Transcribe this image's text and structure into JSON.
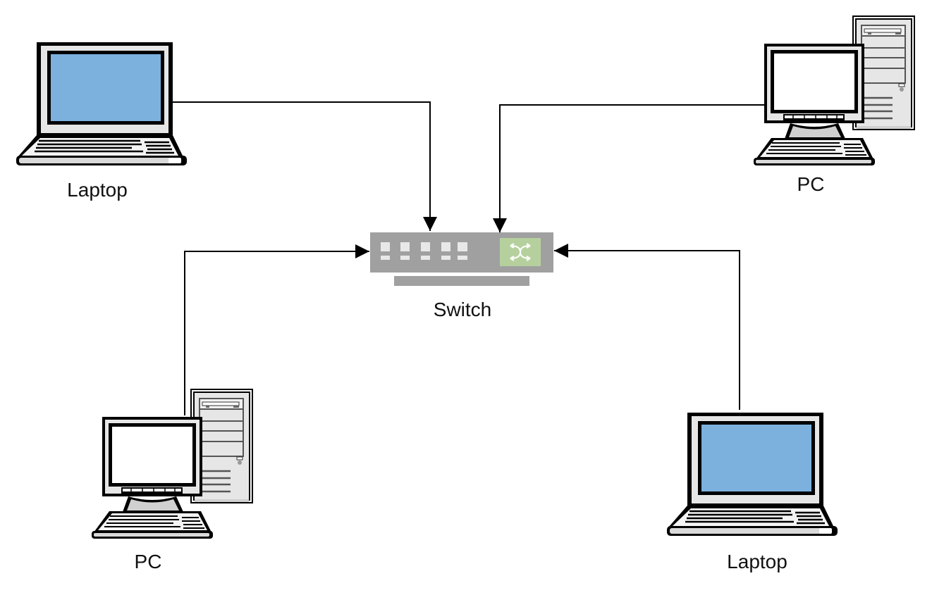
{
  "diagram": {
    "title": "",
    "nodes": [
      {
        "id": "laptop-top-left",
        "type": "laptop",
        "label": "Laptop"
      },
      {
        "id": "pc-top-right",
        "type": "pc",
        "label": "PC"
      },
      {
        "id": "switch",
        "type": "switch",
        "label": "Switch"
      },
      {
        "id": "pc-bottom-left",
        "type": "pc",
        "label": "PC"
      },
      {
        "id": "laptop-bottom-right",
        "type": "laptop",
        "label": "Laptop"
      }
    ],
    "edges": [
      {
        "from": "laptop-top-left",
        "to": "switch",
        "arrow": "end"
      },
      {
        "from": "pc-top-right",
        "to": "switch",
        "arrow": "end"
      },
      {
        "from": "pc-bottom-left",
        "to": "switch",
        "arrow": "end"
      },
      {
        "from": "laptop-bottom-right",
        "to": "switch",
        "arrow": "end"
      }
    ],
    "colors": {
      "laptop_screen": "#7cb1de",
      "switch_body": "#a0a0a0",
      "switch_port": "#e8e8e8",
      "switch_indicator": "#b5d09d",
      "line": "#000000",
      "bezel": "#e6e6e6"
    },
    "icons": {
      "switch_indicator": "shuffle-arrows-icon"
    }
  }
}
